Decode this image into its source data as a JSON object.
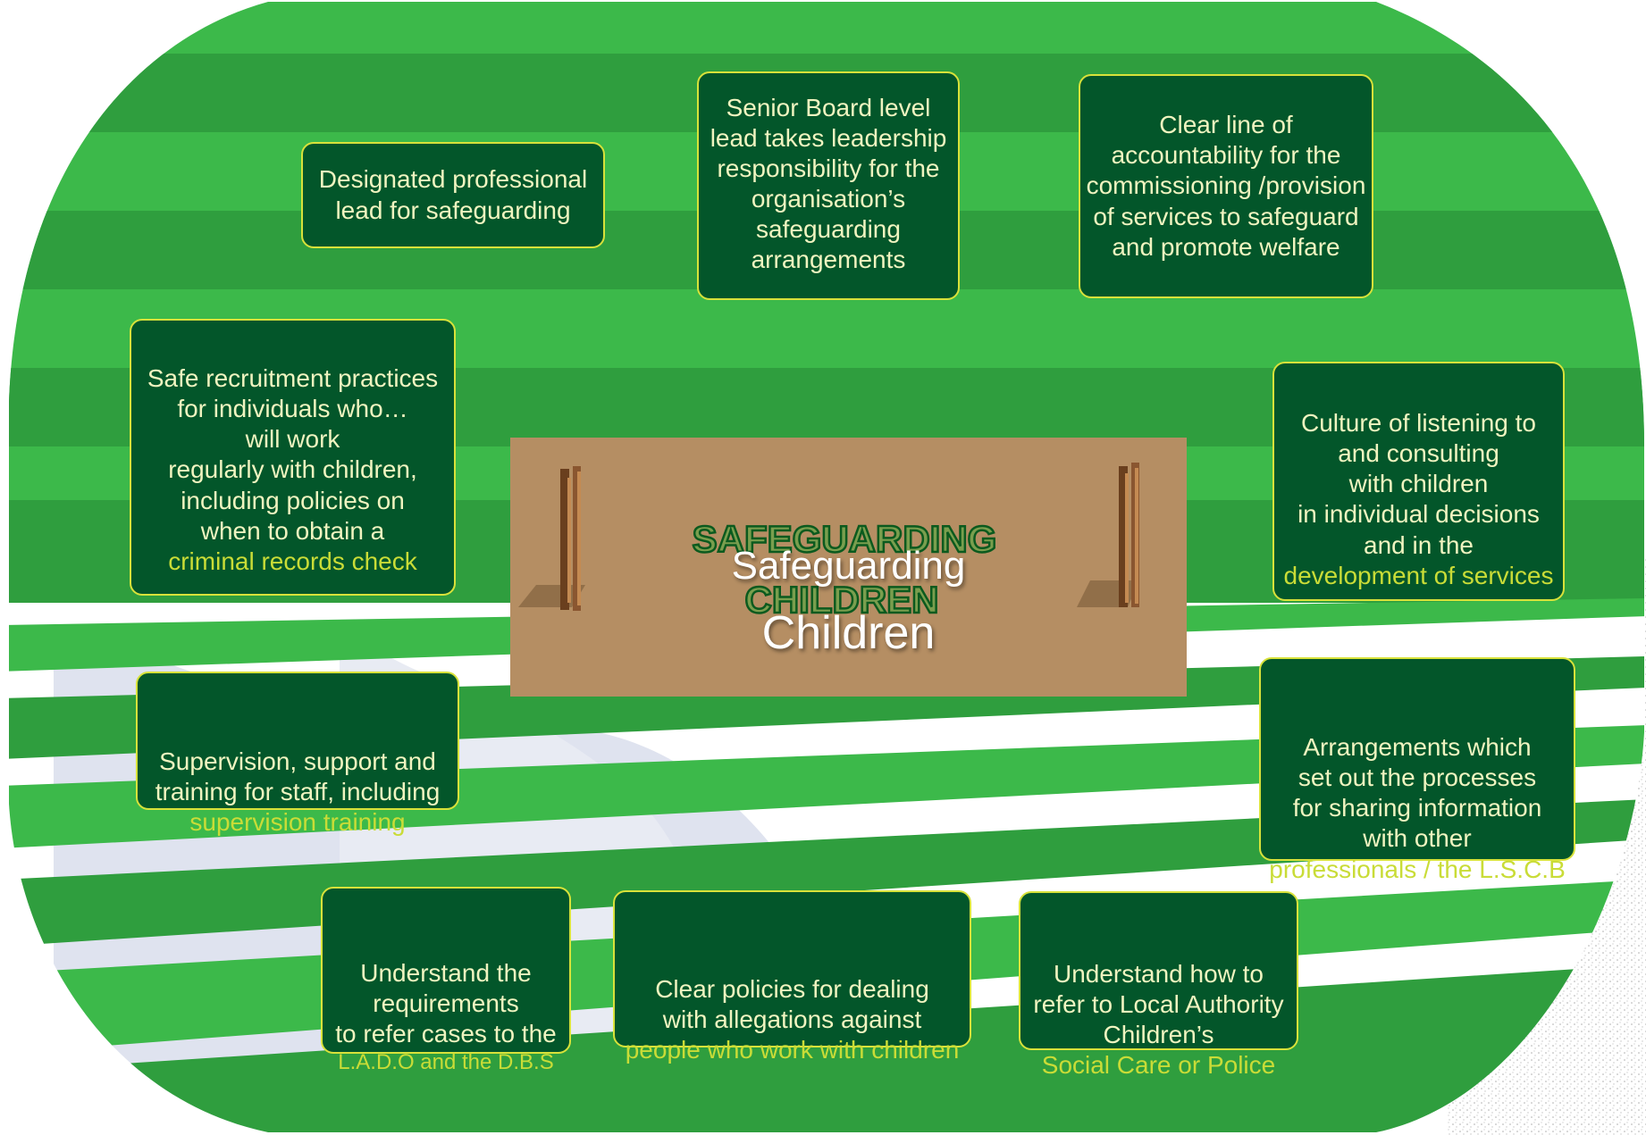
{
  "diagram": {
    "center": {
      "line1": "Safeguarding",
      "line2": "Children",
      "art_word1": "SAFEGUARDING",
      "art_word2": "CHILDREN"
    },
    "boxes": {
      "designated_lead": [
        "Designated professional",
        "lead for safeguarding"
      ],
      "senior_board": [
        "Senior Board level",
        "lead takes leadership",
        "responsibility for the",
        "organisation’s",
        "safeguarding",
        "arrangements"
      ],
      "accountability": [
        "Clear line of",
        "accountability for the",
        "commissioning /provision",
        "of services to safeguard",
        "and promote welfare"
      ],
      "safe_recruitment": [
        "Safe recruitment practices",
        "for individuals who…",
        "will work",
        "regularly with children,",
        "including policies on",
        "when to obtain a",
        "criminal records check"
      ],
      "culture_listening": [
        "Culture of listening to",
        "and consulting",
        "with children",
        "in individual decisions",
        "and in the",
        "development of services"
      ],
      "supervision": [
        "Supervision, support and",
        "training for staff, including",
        "supervision training"
      ],
      "info_sharing": [
        "Arrangements which",
        "set out the processes",
        "for sharing information",
        "with other",
        "professionals / the L.S.C.B"
      ],
      "lado": [
        "Understand the",
        "requirements",
        "to refer cases to the",
        "L.A.D.O and the D.B.S"
      ],
      "allegations": [
        "Clear policies for dealing",
        "with allegations against",
        "people who work with children"
      ],
      "refer_la": [
        "Understand how to",
        "refer to Local Authority",
        "Children’s",
        "Social Care or Police"
      ]
    }
  },
  "colors": {
    "green_light": "#3cb94a",
    "green_dark": "#2e9a3d",
    "box_fill": "#03562a",
    "box_border": "#d8e23a",
    "text": "#f0f4c0",
    "panel": "#b58e63"
  }
}
